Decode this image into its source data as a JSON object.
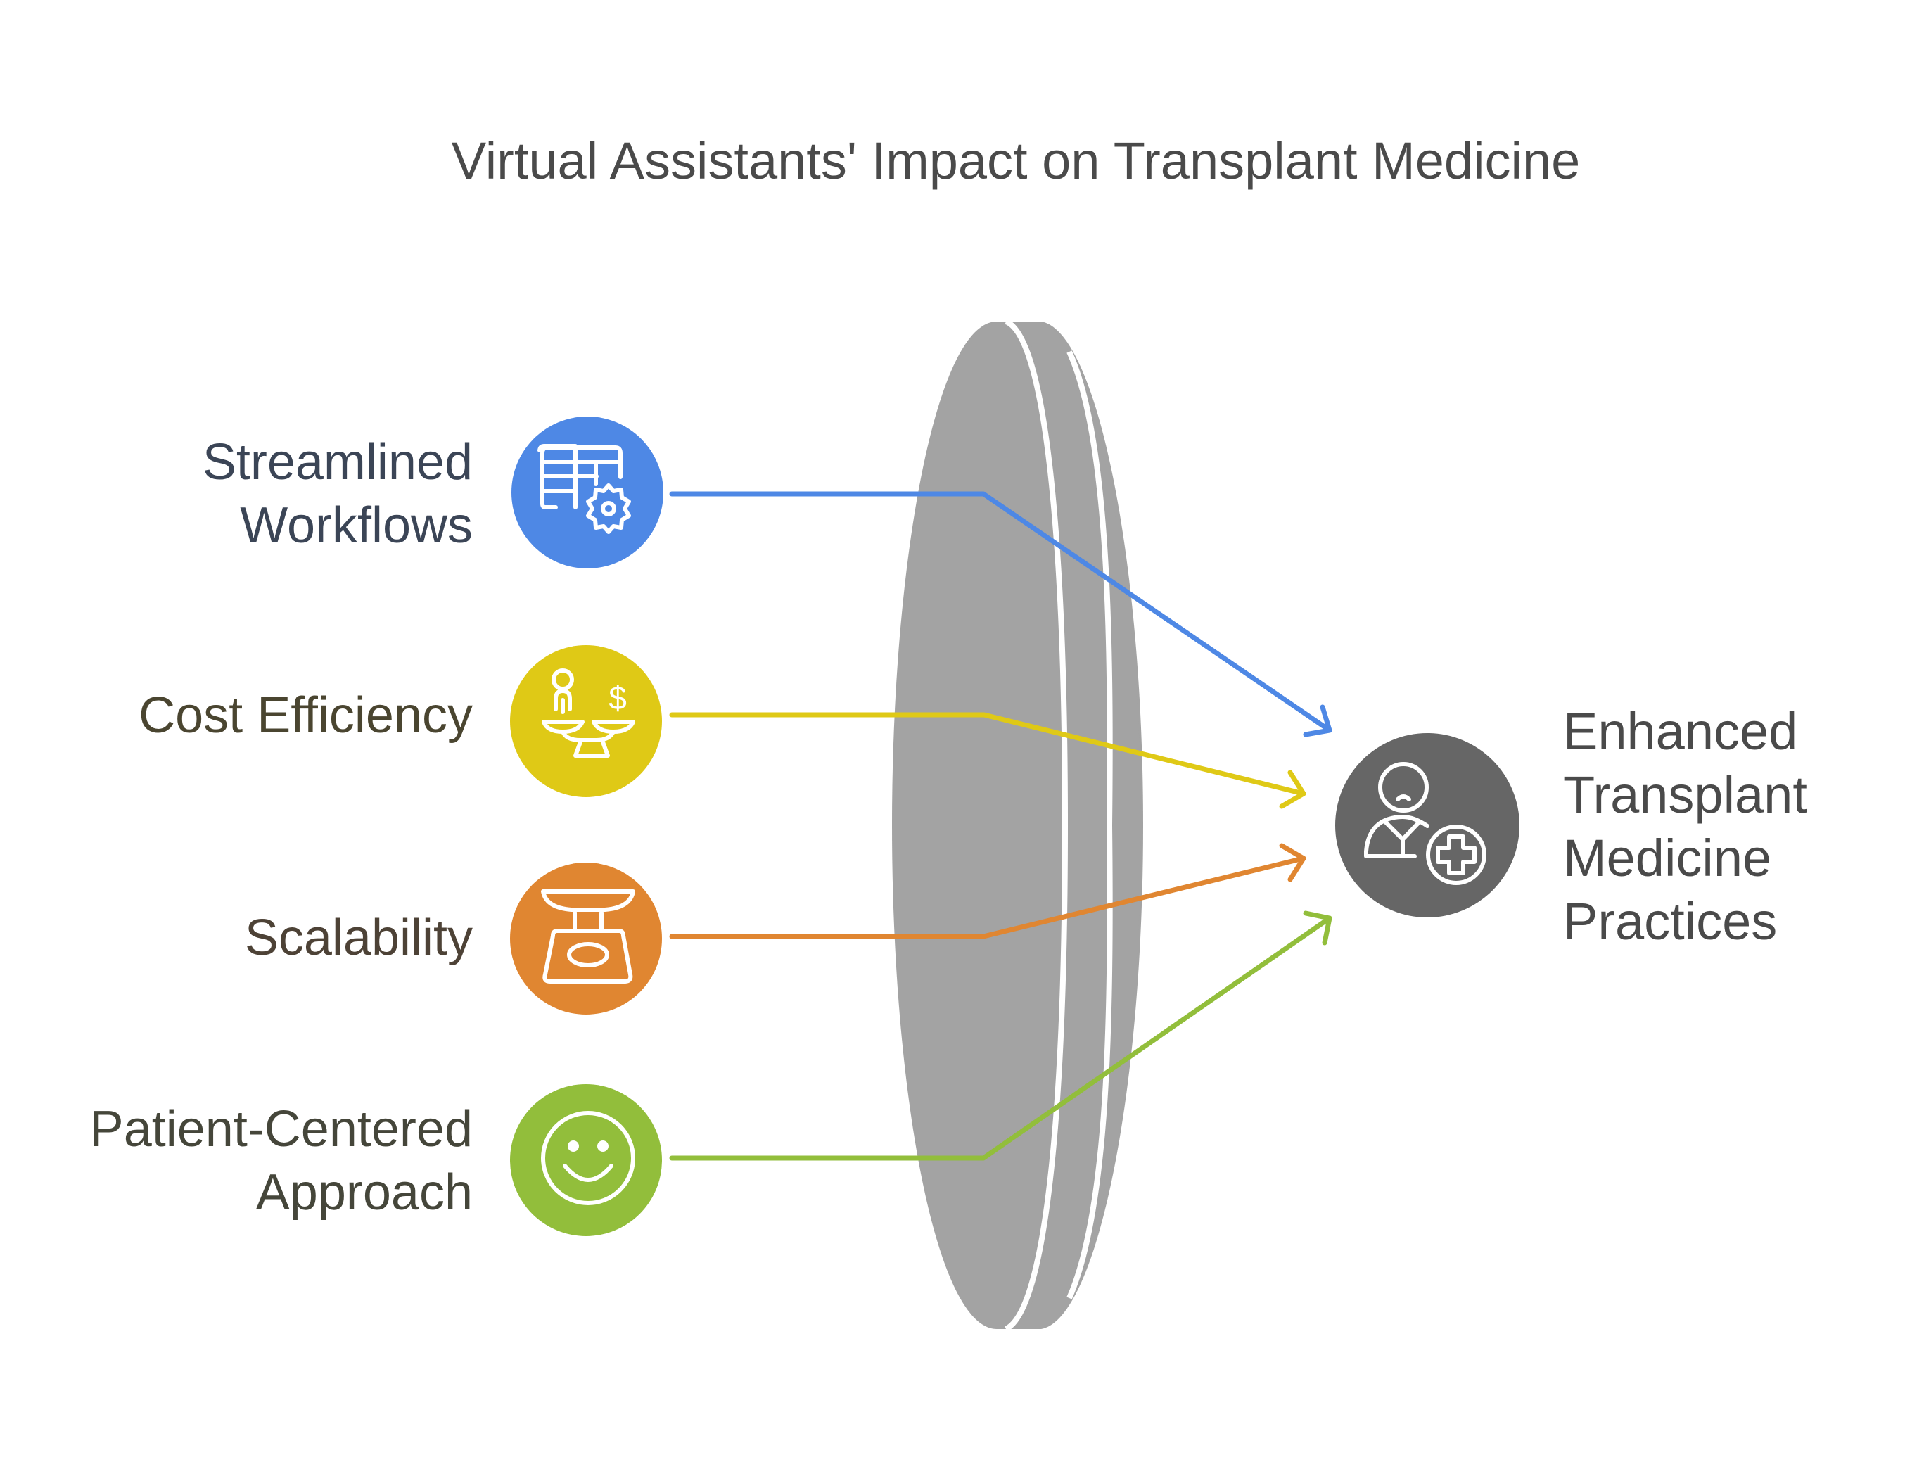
{
  "title": "Virtual Assistants' Impact on Transplant Medicine",
  "inputs": [
    {
      "id": "streamlined-workflows",
      "lines": [
        "Streamlined",
        "Workflows"
      ],
      "icon": "spreadsheet-gear-icon",
      "color": "#4e88e5",
      "text_color": "#3b4556"
    },
    {
      "id": "cost-efficiency",
      "lines": [
        "Cost Efficiency"
      ],
      "icon": "person-money-balance-icon",
      "color": "#dfc916",
      "text_color": "#4a4530"
    },
    {
      "id": "scalability",
      "lines": [
        "Scalability"
      ],
      "icon": "weighing-scale-icon",
      "color": "#e08631",
      "text_color": "#4d4236"
    },
    {
      "id": "patient-centered-approach",
      "lines": [
        "Patient-Centered",
        "Approach"
      ],
      "icon": "smiley-face-icon",
      "color": "#92be3b",
      "text_color": "#45463a"
    }
  ],
  "lens": {
    "color": "#a3a3a3"
  },
  "output": {
    "lines": [
      "Enhanced",
      "Transplant",
      "Medicine",
      "Practices"
    ],
    "icon": "doctor-medical-plus-icon",
    "color": "#666666"
  }
}
